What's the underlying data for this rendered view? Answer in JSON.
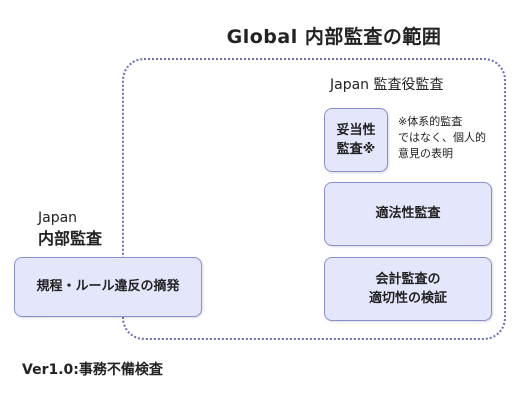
{
  "diagram": {
    "title": "Global 内部監査の範囲",
    "audit_committee": {
      "label": "Japan 監査役監査",
      "adequacy_box": "妥当性\n監査※",
      "note": "※体系的監査\nではなく、個人的\n意見の表明",
      "legality_box": "適法性監査",
      "accounting_box": "会計監査の\n適切性の検証"
    },
    "internal_audit": {
      "label_line1": "Japan",
      "label_line2": "内部監査",
      "rules_box": "規程・ルール違反の摘発"
    },
    "version": "Ver1.0:事務不備検査",
    "colors": {
      "box_fill": "#e4e7fc",
      "box_border": "#8a90cc",
      "frame_border": "#6b6fb0"
    }
  }
}
